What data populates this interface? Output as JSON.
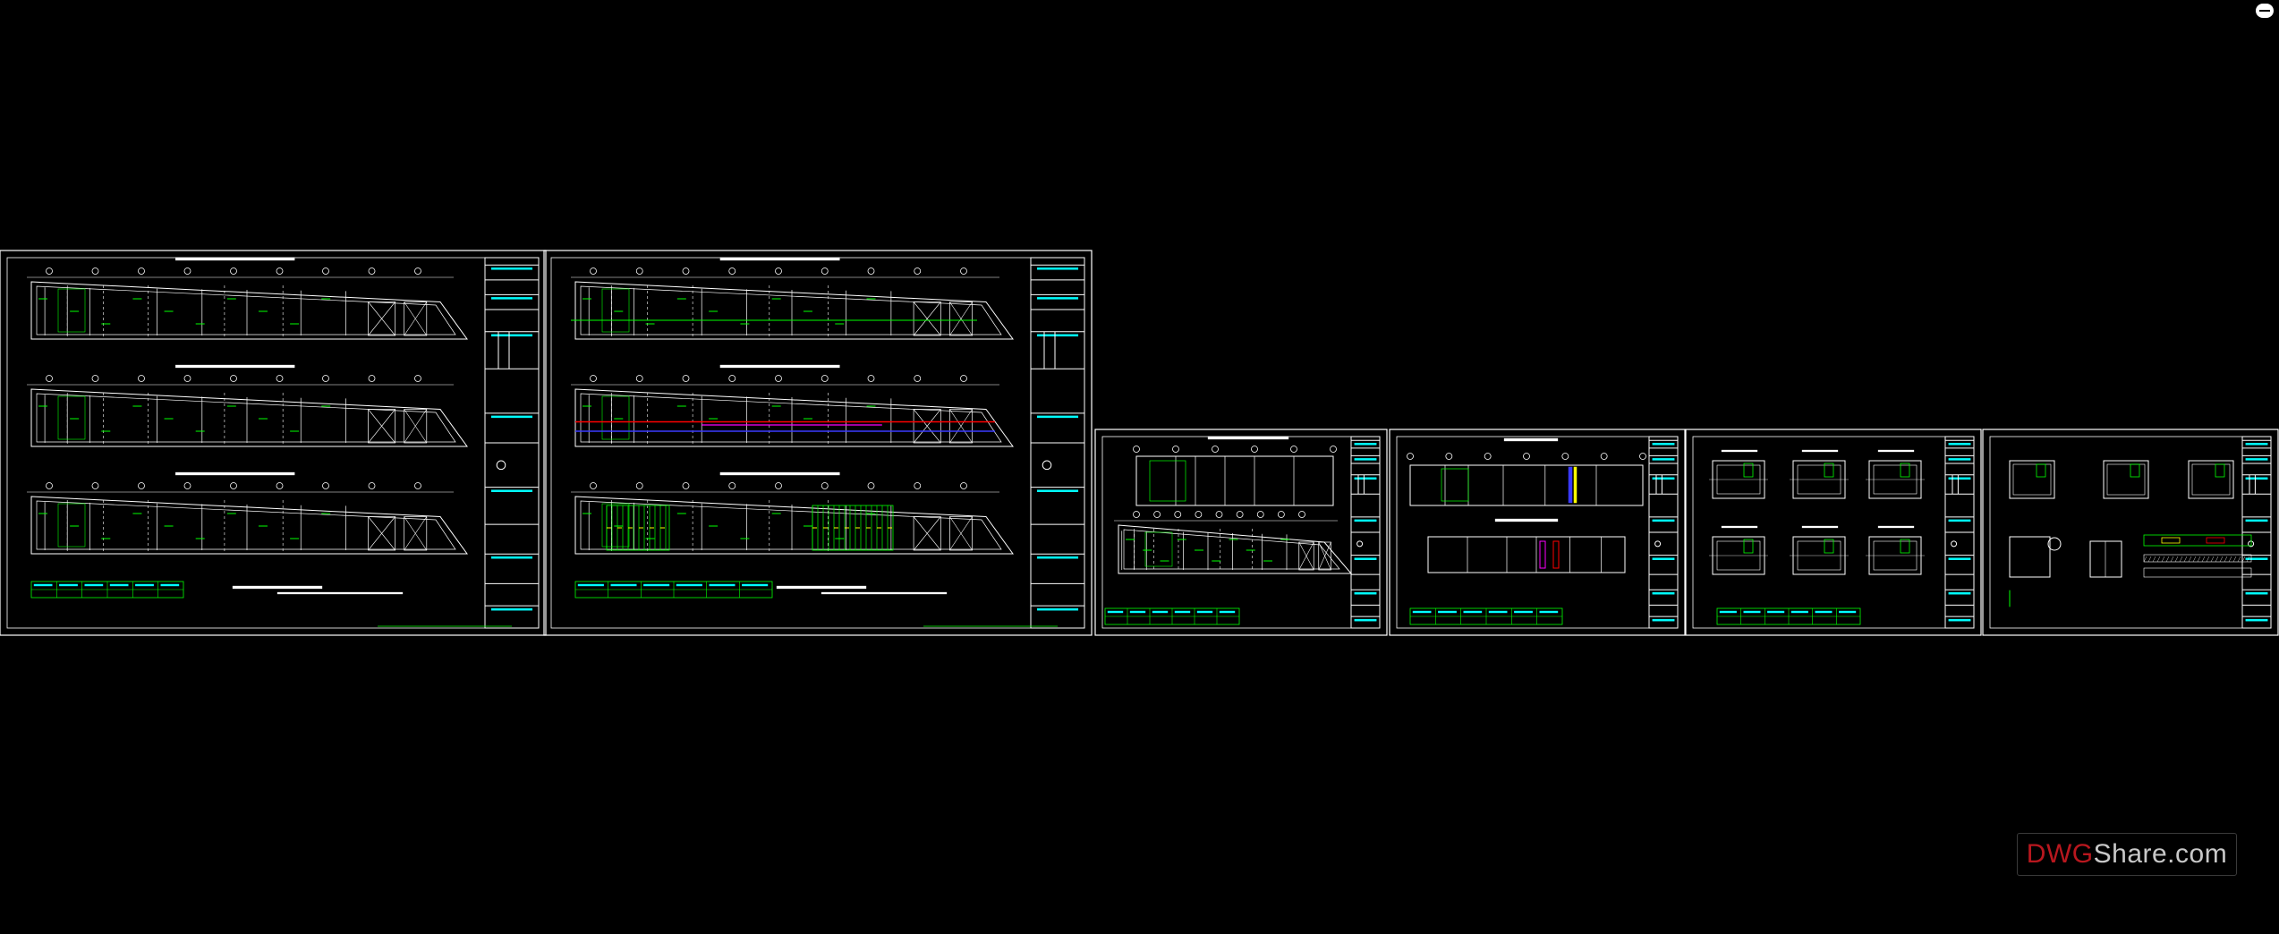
{
  "viewer": {
    "watermark": {
      "part1": "DWG",
      "part2": "Share.com"
    },
    "colors": {
      "background": "#000000",
      "line": "#ffffff",
      "green": "#00ff00",
      "cyan": "#00ffff",
      "red": "#ff0000",
      "blue": "#3a3aff",
      "magenta": "#ff00ff",
      "yellow": "#ffff00"
    },
    "sheets": [
      {
        "id": "sheet-1",
        "kind": "plan3",
        "accents": []
      },
      {
        "id": "sheet-2",
        "kind": "plan3",
        "accents": [
          "pipes",
          "hatch"
        ]
      },
      {
        "id": "sheet-3",
        "kind": "plan2a",
        "accents": []
      },
      {
        "id": "sheet-4",
        "kind": "plan2b",
        "accents": [
          "blue"
        ]
      },
      {
        "id": "sheet-5",
        "kind": "boxes6",
        "accents": []
      },
      {
        "id": "sheet-6",
        "kind": "details",
        "accents": []
      }
    ]
  }
}
